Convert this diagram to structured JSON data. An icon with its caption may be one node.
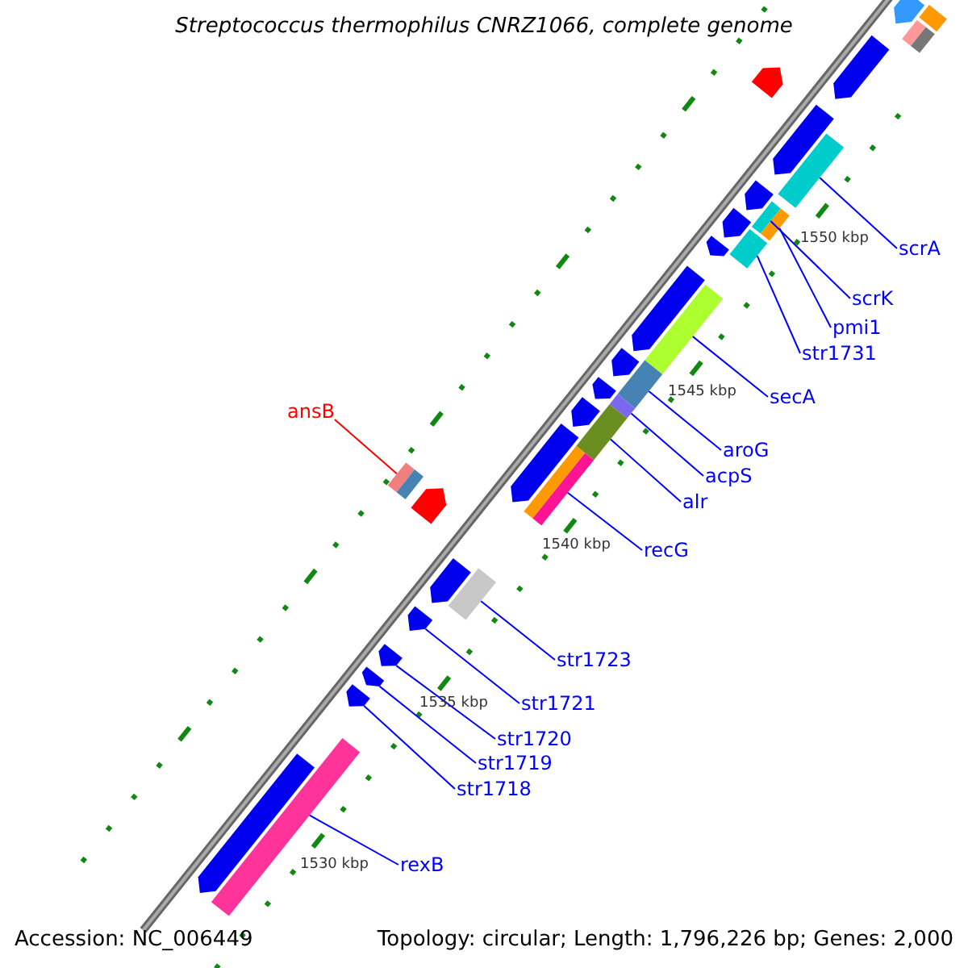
{
  "diagram": {
    "title": "Streptococcus thermophilus CNRZ1066, complete genome",
    "nodes": [
      {
        "text": [
          "scrA"
        ]
      },
      {
        "text": [
          "scrK"
        ]
      },
      {
        "text": [
          "pmi1"
        ]
      },
      {
        "text": [
          "str1731"
        ]
      },
      {
        "text": [
          "secA"
        ]
      },
      {
        "text": [
          "ansB"
        ]
      },
      {
        "text": [
          "aroG"
        ]
      },
      {
        "text": [
          "acpS"
        ]
      },
      {
        "text": [
          "alr"
        ]
      },
      {
        "text": [
          "recG"
        ]
      },
      {
        "text": [
          "str1723"
        ]
      },
      {
        "text": [
          "str1721"
        ]
      },
      {
        "text": [
          "str1720"
        ]
      },
      {
        "text": [
          "str1719"
        ]
      },
      {
        "text": [
          "str1718"
        ]
      },
      {
        "text": [
          "rexB"
        ]
      },
      {
        "text": [],
        "shape": "bar"
      },
      {
        "text": [],
        "shape": "bar"
      },
      {
        "text": [],
        "shape": "bar"
      },
      {
        "text": [],
        "shape": "bar"
      },
      {
        "text": [],
        "shape": "bar"
      },
      {
        "text": [],
        "shape": "bar"
      },
      {
        "text": [],
        "shape": "bar"
      },
      {
        "text": [],
        "shape": "bar"
      },
      {
        "text": [],
        "shape": "bar"
      },
      {
        "text": [],
        "shape": "bar"
      },
      {
        "text": [],
        "shape": "bar"
      },
      {
        "text": [],
        "shape": "arrow"
      },
      {
        "text": [],
        "shape": "arrow"
      },
      {
        "text": [],
        "shape": "arrow"
      },
      {
        "text": [],
        "shape": "arrow"
      },
      {
        "text": [],
        "shape": "bar"
      },
      {
        "text": [],
        "shape": "bar"
      },
      {
        "text": [],
        "shape": "arrow"
      },
      {
        "text": [],
        "shape": "bar"
      },
      {
        "text": [],
        "shape": "bar"
      },
      {
        "text": [],
        "shape": "arrow"
      },
      {
        "text": [],
        "shape": "arrow"
      },
      {
        "text": [],
        "shape": "arrow"
      },
      {
        "text": [],
        "shape": "arrow"
      },
      {
        "text": [],
        "shape": "arrow"
      },
      {
        "text": [],
        "shape": "arrow"
      },
      {
        "text": [],
        "shape": "arrow"
      },
      {
        "text": [],
        "shape": "arrow"
      },
      {
        "text": [],
        "shape": "arrow"
      },
      {
        "text": [],
        "shape": "arrow"
      },
      {
        "text": [],
        "shape": "arrow"
      },
      {
        "text": [],
        "shape": "bar"
      },
      {
        "text": [],
        "shape": "arrow"
      },
      {
        "text": [],
        "shape": "arrow"
      },
      {
        "text": [],
        "shape": "arrow"
      }
    ],
    "edges": [
      {
        "from": 0,
        "to": 16,
        "arrow": "none"
      },
      {
        "from": 1,
        "to": 17,
        "arrow": "none"
      },
      {
        "from": 2,
        "to": 18,
        "arrow": "none"
      },
      {
        "from": 3,
        "to": 19,
        "arrow": "none"
      },
      {
        "from": 4,
        "to": 20,
        "arrow": "none"
      },
      {
        "from": 5,
        "to": 21,
        "arrow": "none",
        "color": "#ff0000"
      },
      {
        "from": 6,
        "to": 22,
        "arrow": "none"
      },
      {
        "from": 7,
        "to": 23,
        "arrow": "none"
      },
      {
        "from": 8,
        "to": 24,
        "arrow": "none"
      },
      {
        "from": 9,
        "to": 25,
        "arrow": "none"
      },
      {
        "from": 10,
        "to": 26,
        "arrow": "none"
      },
      {
        "from": 11,
        "to": 27,
        "arrow": "none"
      },
      {
        "from": 12,
        "to": 28,
        "arrow": "none"
      },
      {
        "from": 13,
        "to": 29,
        "arrow": "none"
      },
      {
        "from": 14,
        "to": 30,
        "arrow": "none"
      },
      {
        "from": 15,
        "to": 31,
        "arrow": "none"
      }
    ],
    "labels": [
      "1550 kbp",
      "1545 kbp",
      "1540 kbp",
      "1535 kbp",
      "1530 kbp",
      "Accession: NC_006449",
      "Topology: circular; Length: 1,796,226 bp; Genes: 2,000"
    ]
  }
}
